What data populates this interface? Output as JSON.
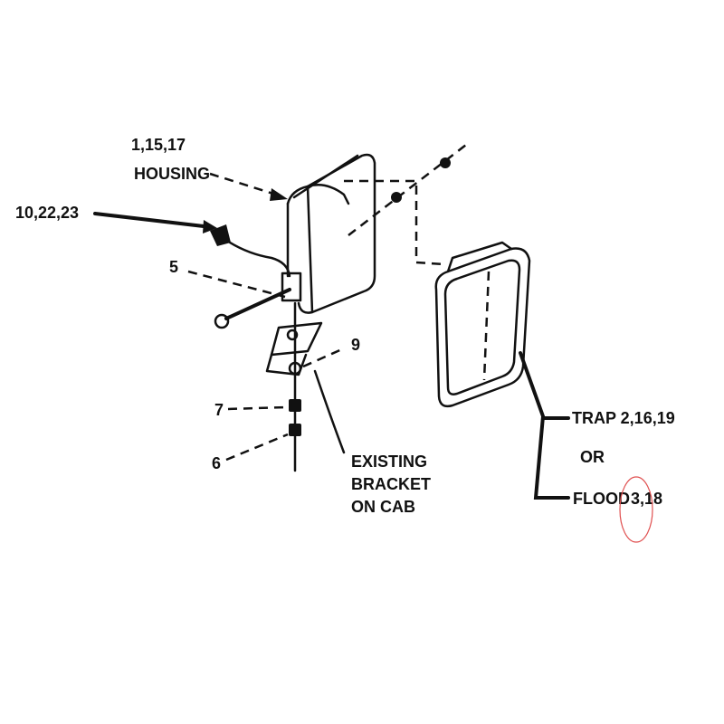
{
  "labels": {
    "housing_parts": "1,15,17",
    "housing": "HOUSING",
    "wiring_parts": "10,22,23",
    "part_5": "5",
    "part_9": "9",
    "part_7": "7",
    "part_6": "6",
    "bracket_line1": "EXISTING",
    "bracket_line2": "BRACKET",
    "bracket_line3": "ON CAB",
    "trap": "TRAP 2,16,19",
    "or": "OR",
    "flood": "FLOOD",
    "flood_parts": "3,18"
  },
  "colors": {
    "annotation": "#e05050",
    "ink": "#111111"
  }
}
